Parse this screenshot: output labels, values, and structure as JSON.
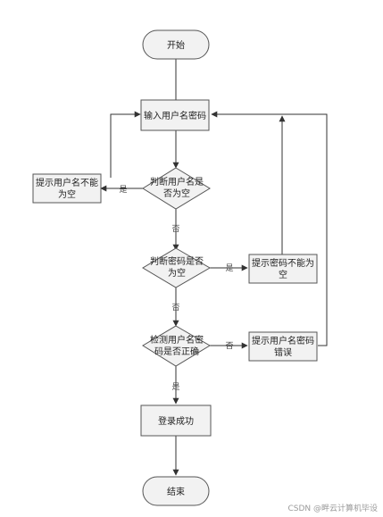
{
  "nodes": {
    "start": "开始",
    "input": "输入用户名密码",
    "check_user": [
      "判断用户名是",
      "否为空"
    ],
    "show_user_empty": [
      "提示用户名不能",
      "为空"
    ],
    "check_pwd": [
      "判断密码是否",
      "为空"
    ],
    "show_pwd_empty": [
      "提示密码不能为",
      "空"
    ],
    "verify": [
      "检测用户名密",
      "码是否正确"
    ],
    "show_wrong": [
      "提示用户名密码",
      "错误"
    ],
    "success": "登录成功",
    "end": "结束"
  },
  "edge_labels": {
    "user_yes": "是",
    "user_no": "否",
    "pwd_yes": "是",
    "pwd_no": "否",
    "verify_no": "否",
    "verify_yes": "是"
  },
  "watermark": "CSDN @畔云计算机毕设",
  "colors": {
    "fill": "#f2f2f2",
    "stroke": "#555555",
    "arrow": "#333333"
  }
}
